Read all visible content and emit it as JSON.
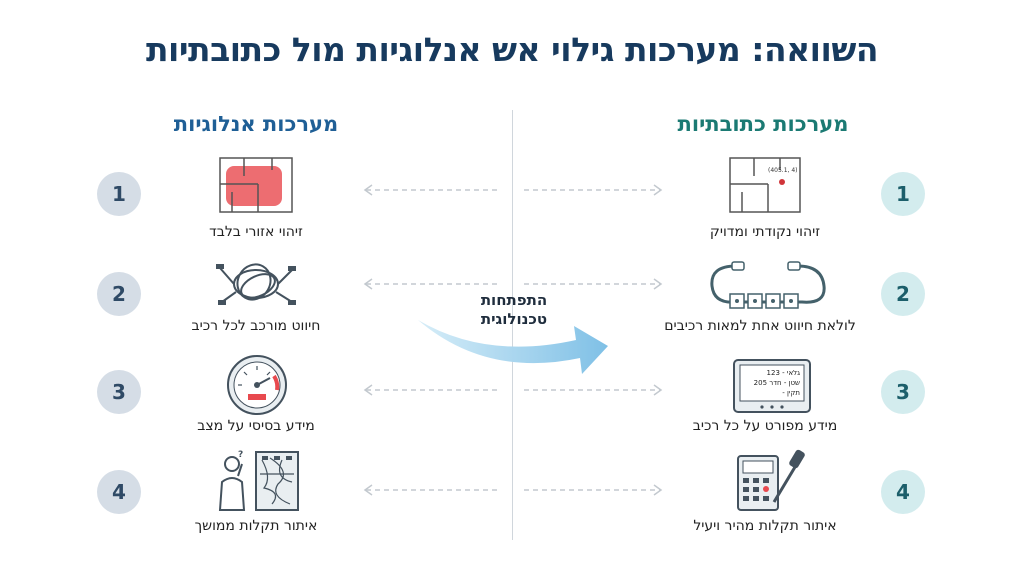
{
  "title": "השוואה: מערכות גילוי אש אנלוגיות מול כתובתיות",
  "columns": {
    "digital": "מערכות כתובתיות",
    "analog": "מערכות אנלוגיות"
  },
  "center_label_line1": "התפתחות",
  "center_label_line2": "טכנולוגית",
  "rows": [
    {
      "number": "1",
      "digital_label": "זיהוי נקודתי ומדויק",
      "digital_icon_text": "(405.1, 4)",
      "analog_label": "זיהוי אזורי בלבד"
    },
    {
      "number": "2",
      "digital_label": "לולאת חיווט אחת למאות רכיבים",
      "analog_label": "חיווט מורכב לכל רכיב"
    },
    {
      "number": "3",
      "digital_label": "מידע מפורט על כל רכיב",
      "digital_screen_lines": [
        "גלאי - 123",
        "שטן - חדר 205",
        "- תקין"
      ],
      "analog_label": "מידע בסיסי על מצב"
    },
    {
      "number": "4",
      "digital_label": "איתור תקלות מהיר ויעיל",
      "analog_label": "איתור תקלות ממושך"
    }
  ],
  "colors": {
    "title": "#173a5e",
    "digital_accent": "#1b7a73",
    "analog_accent": "#1f5f96",
    "center_arrow": "#8ec9e8",
    "zone_red": "#e8494e"
  },
  "icons": {
    "row1_digital": "floorplan-point-icon",
    "row1_analog": "floorplan-zone-icon",
    "row2_digital": "loop-wiring-icon",
    "row2_analog": "tangled-wires-icon",
    "row3_digital": "display-panel-icon",
    "row3_analog": "gauge-icon",
    "row4_digital": "calculator-screwdriver-icon",
    "row4_analog": "confused-technician-icon"
  }
}
